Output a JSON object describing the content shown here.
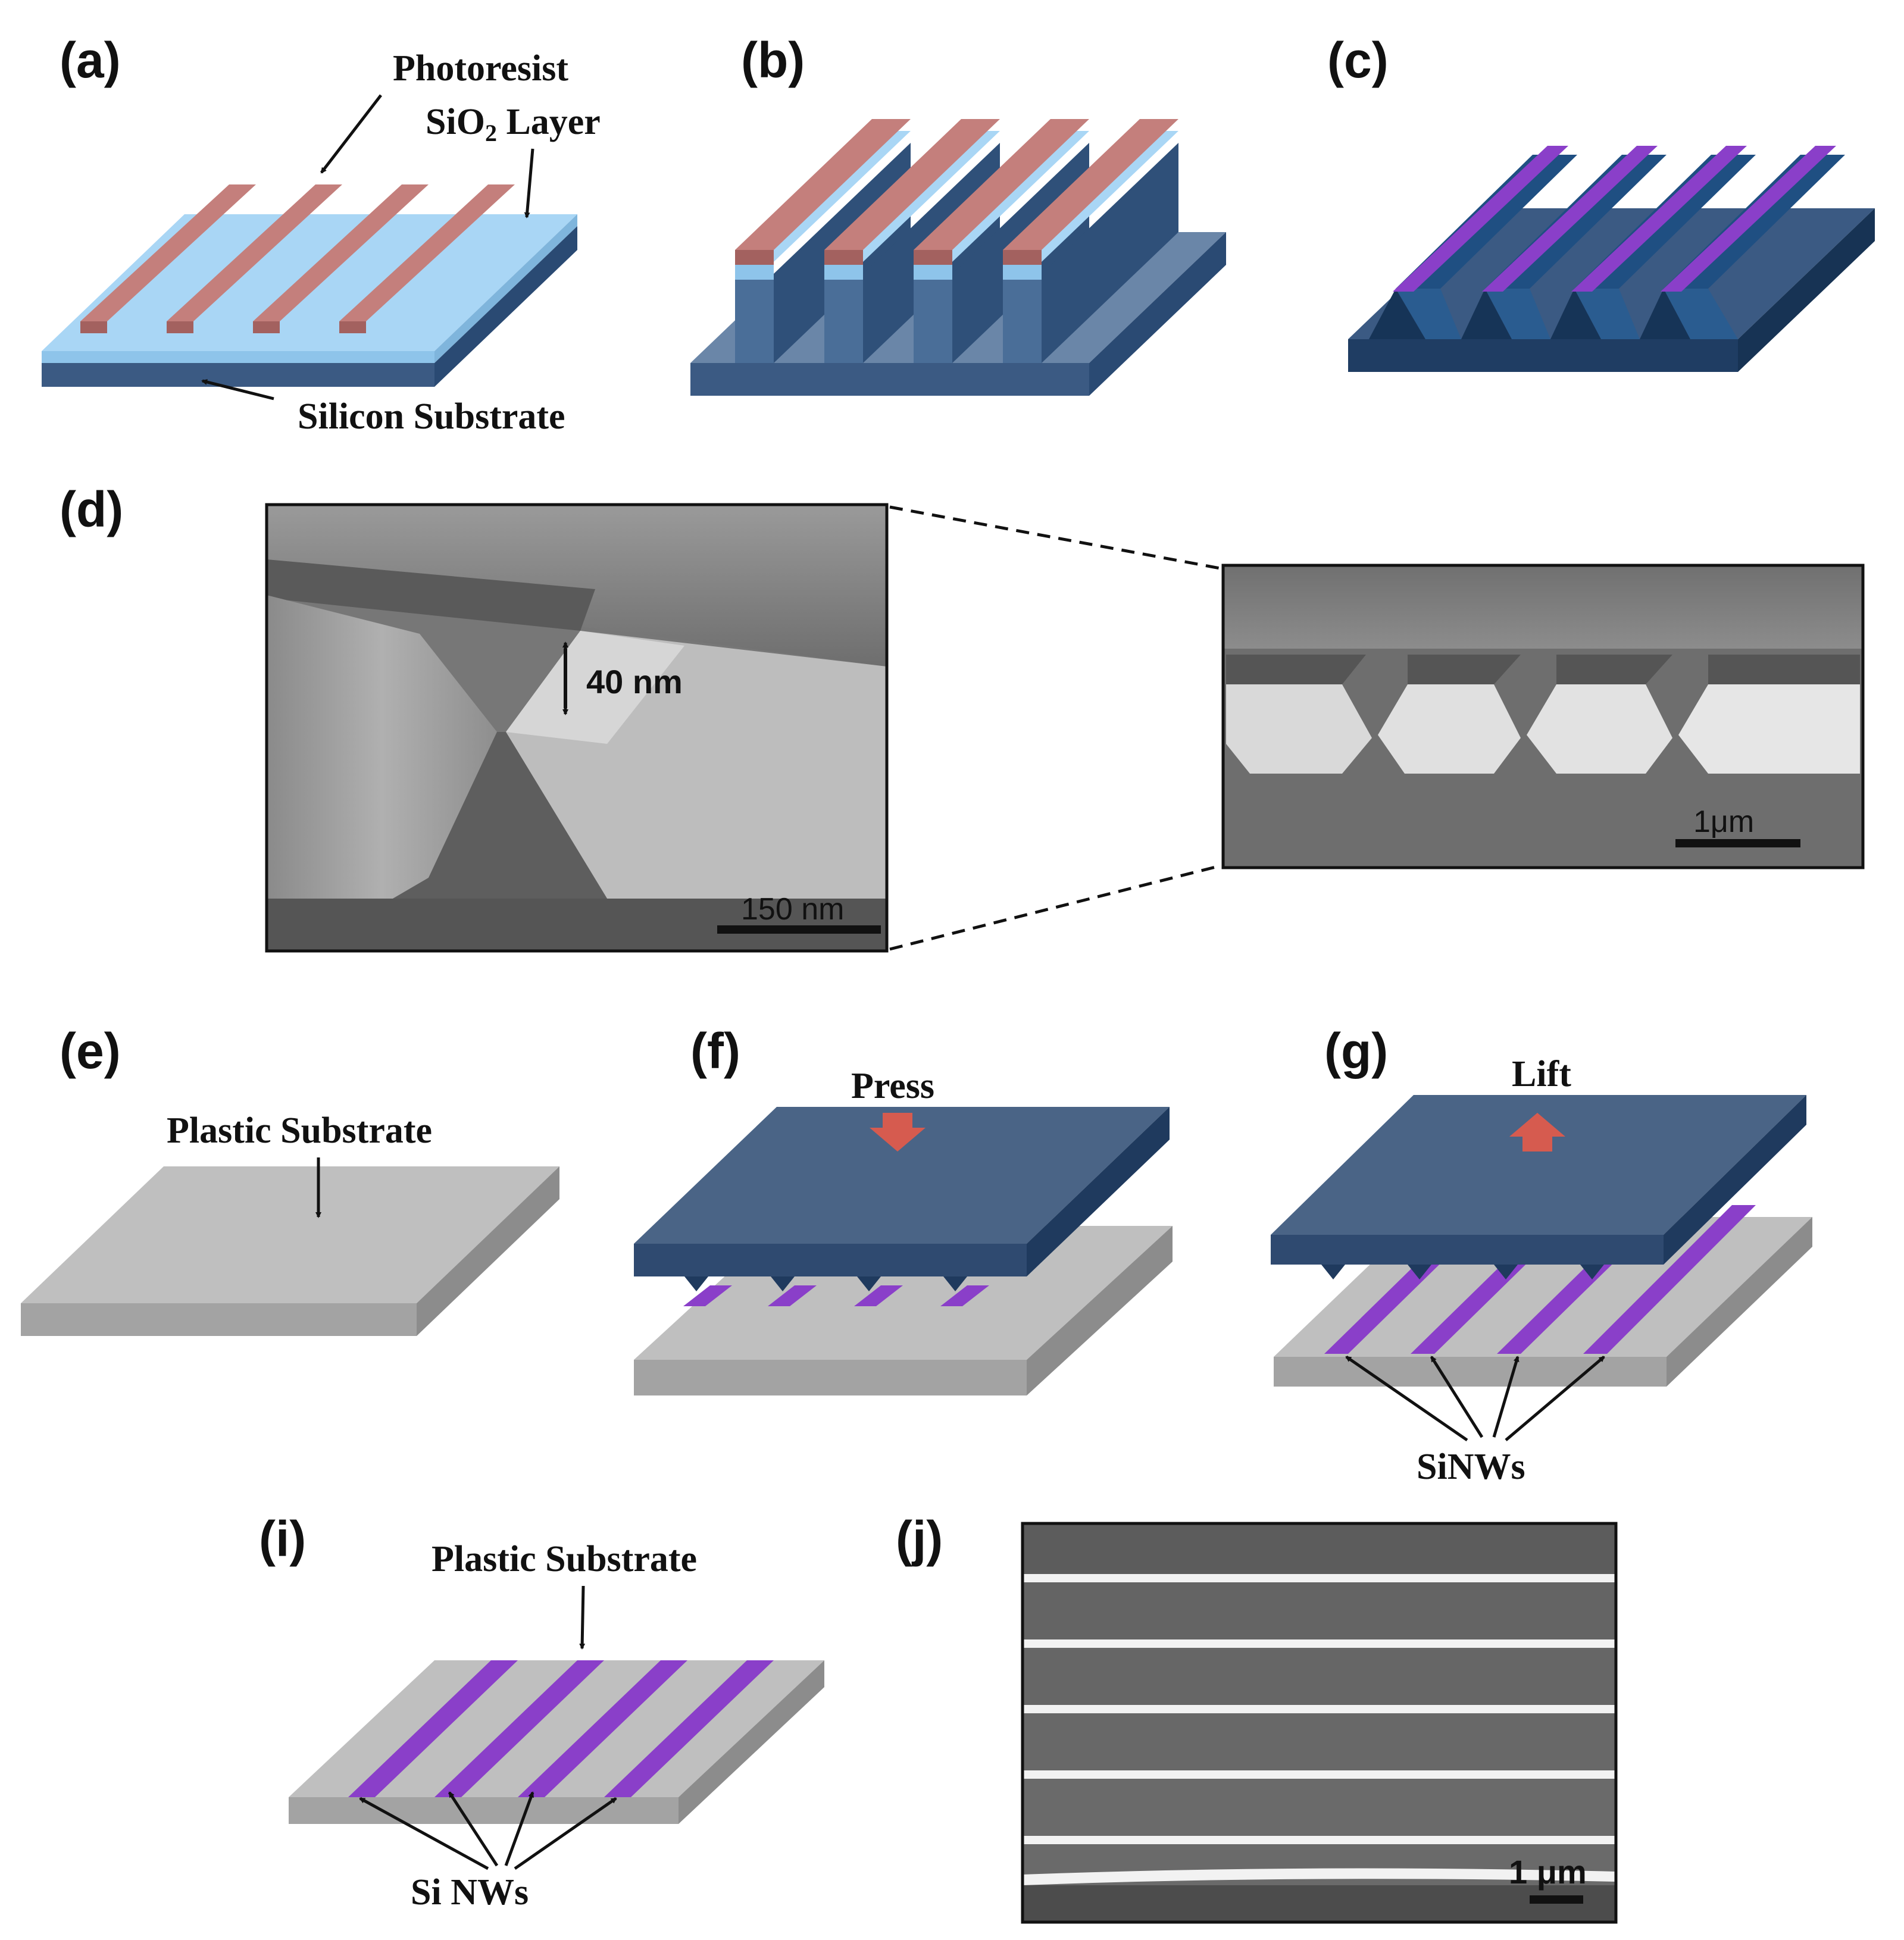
{
  "panels": {
    "a": {
      "label": "(a)",
      "photoresist": "Photoresist",
      "sio2_main": "SiO",
      "sio2_sub": "2",
      "sio2_rest": " Layer",
      "silicon": "Silicon Substrate"
    },
    "b": {
      "label": "(b)"
    },
    "c": {
      "label": "(c)"
    },
    "d": {
      "label": "(d)",
      "gap": "40 nm",
      "scale_left": "150 nm",
      "scale_right": "1μm"
    },
    "e": {
      "label": "(e)",
      "plastic": "Plastic Substrate"
    },
    "f": {
      "label": "(f)",
      "press": "Press"
    },
    "g": {
      "label": "(g)",
      "lift": "Lift",
      "sinws": "SiNWs"
    },
    "i": {
      "label": "(i)",
      "plastic": "Plastic Substrate",
      "sinws": "Si NWs"
    },
    "j": {
      "label": "(j)",
      "scale": "1 μm"
    }
  },
  "colors": {
    "photoresist": "#c47f7c",
    "sio2": "#a9d6f5",
    "silicon_top": "#6a86a8",
    "silicon_side": "#3b5a83",
    "silicon_dark": "#1f3d63",
    "nanowire": "#8a3fc9",
    "plastic_top": "#bfbfbf",
    "plastic_side": "#8c8c8c",
    "press_arrow": "#d65b4f"
  }
}
